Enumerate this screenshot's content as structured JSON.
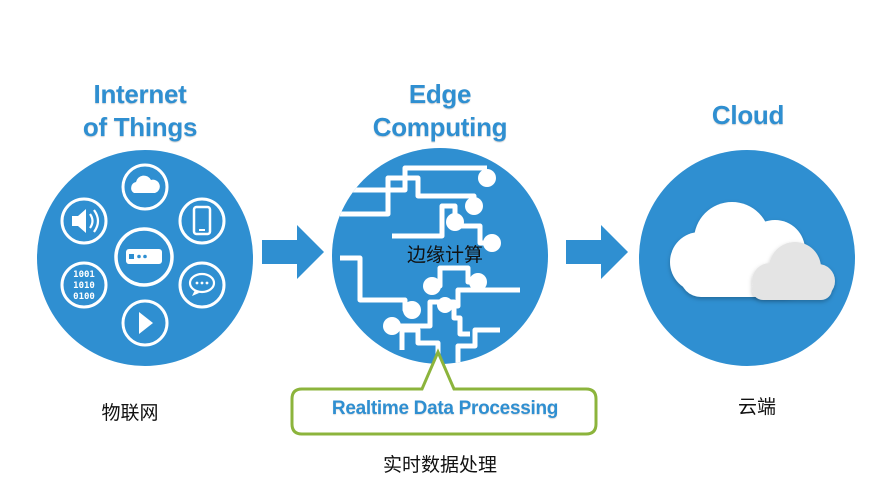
{
  "colors": {
    "primary_blue": "#2f8fd1",
    "circuit_white": "#ffffff",
    "callout_green": "#8cb43c",
    "cloud_gray": "#e4e4e4"
  },
  "sections": {
    "iot": {
      "title_line1": "Internet",
      "title_line2": "of Things",
      "caption": "物联网",
      "binary_lines": [
        "1001",
        "1010",
        "0100"
      ],
      "icons": [
        "cloud-icon",
        "speaker-icon",
        "tablet-icon",
        "router-icon",
        "binary-data-icon",
        "chat-bubble-icon",
        "play-icon"
      ]
    },
    "edge": {
      "title_line1": "Edge",
      "title_line2": "Computing",
      "center_label": "边缘计算",
      "callout_label": "Realtime Data Processing",
      "caption": "实时数据处理",
      "icons": [
        "circuit-icon"
      ]
    },
    "cloud": {
      "title": "Cloud",
      "caption": "云端",
      "icons": [
        "white-cloud-icon",
        "gray-cloud-icon"
      ]
    }
  },
  "arrows": [
    "arrow-right-icon",
    "arrow-right-icon"
  ]
}
